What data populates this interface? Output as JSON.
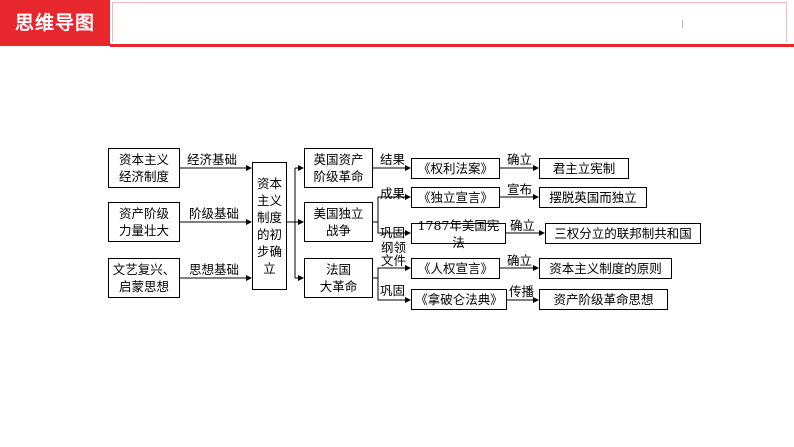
{
  "header": {
    "title": "思维导图"
  },
  "nodes": {
    "economic": "资本主义\n经济制度",
    "class_power": "资产阶级\n力量壮大",
    "renaissance": "文艺复兴、\n启蒙思想",
    "center": "资本\n主义\n制度\n的初\n步确\n立",
    "england": "英国资产\n阶级革命",
    "usa": "美国独立\n战争",
    "france": "法国\n大革命",
    "bill_rights": "《权利法案》",
    "declaration_ind": "《独立宣言》",
    "constitution_1787": "1787年美国宪法",
    "declaration_rights": "《人权宣言》",
    "napoleon_code": "《拿破仑法典》",
    "constitutional_monarchy": "君主立宪制",
    "independence": "摆脱英国而独立",
    "federal_republic": "三权分立的联邦制共和国",
    "capitalist_principle": "资本主义制度的原则",
    "bourgeois_thought": "资产阶级革命思想"
  },
  "labels": {
    "economic_basis": "经济基础",
    "class_basis": "阶级基础",
    "thought_basis": "思想基础",
    "result": "结果",
    "achievement": "成果",
    "consolidate_usa": "巩固",
    "program_doc": "纲领\n文件",
    "consolidate_fr": "巩固",
    "establish_1": "确立",
    "declare": "宣布",
    "establish_2": "确立",
    "establish_3": "确立",
    "spread": "传播"
  }
}
